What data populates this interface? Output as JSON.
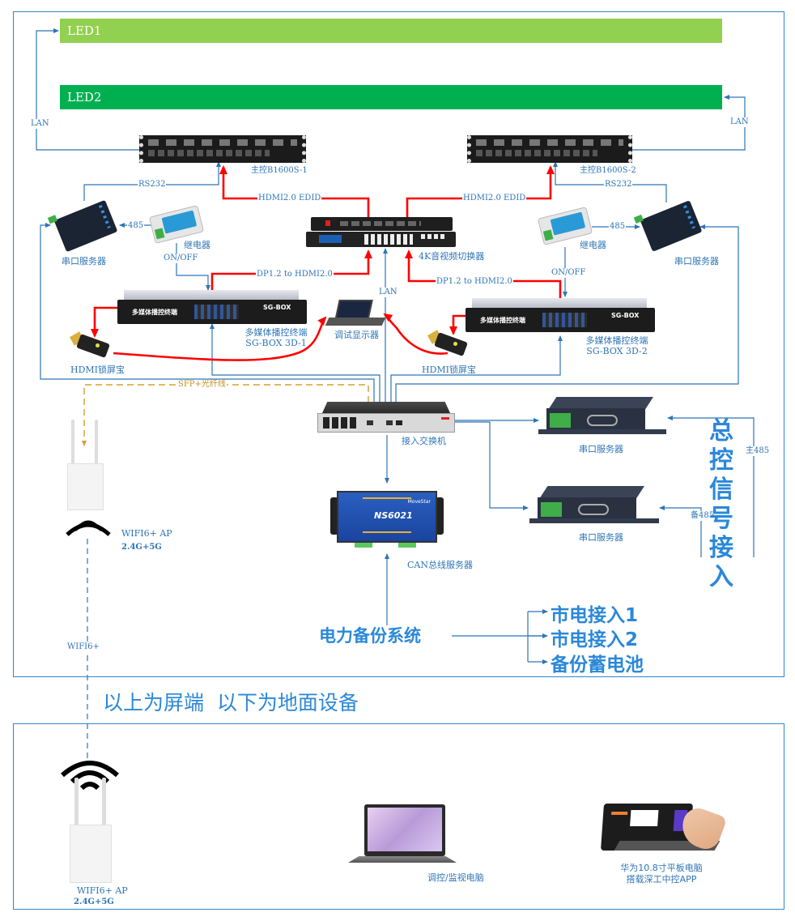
{
  "colors": {
    "frame": "#2e86cf",
    "signal_blue": "#2e75b6",
    "video_red": "#ff0000",
    "fiber_orange": "#d4a030",
    "led1": "#92d050",
    "led2": "#00b050",
    "accent_text": "#2b88d8"
  },
  "screens": {
    "led1": "LED1",
    "led2": "LED2"
  },
  "controllers": {
    "left": "主控B1600S-1",
    "right": "主控B1600S-2"
  },
  "connections": {
    "lan_left": "LAN",
    "lan_right": "LAN",
    "rs232_left": "RS232",
    "rs232_right": "RS232",
    "hdmi_edid_left": "HDMI2.0 EDID",
    "hdmi_edid_right": "HDMI2.0 EDID",
    "r485_left": "485",
    "r485_right": "485",
    "onoff_left": "ON/OFF",
    "onoff_right": "ON/OFF",
    "dp_left": "DP1.2 to HDMI2.0",
    "dp_right": "DP1.2 to HDMI2.0",
    "lan_center": "LAN",
    "sfp": "SFP+光纤线",
    "wifi": "WIFI6+",
    "main485": "主485",
    "backup485": "备485"
  },
  "devices": {
    "serial_server_left": "串口服务器",
    "serial_server_right": "串口服务器",
    "relay_left": "继电器",
    "relay_right": "继电器",
    "matrix": "4K音视频切换器",
    "sgbox1_line1": "多媒体播控终端",
    "sgbox1_line2": "SG-BOX 3D-1",
    "sgbox2_line1": "多媒体播控终端",
    "sgbox2_line2": "SG-BOX 3D-2",
    "sgbox_brand": "SG-BOX",
    "sgbox_panel": "多媒体播控终端",
    "debug_monitor": "调试显示器",
    "hdmi_lock_left": "HDMI锁屏宝",
    "hdmi_lock_right": "HDMI锁屏宝",
    "switch": "接入交换机",
    "serial_box_top": "串口服务器",
    "serial_box_bottom": "串口服务器",
    "can_server": "CAN总线服务器",
    "can_model": "NS6021",
    "can_brand": "MoveStar",
    "ap_top_line1": "WIFI6+ AP",
    "ap_top_line2": "2.4G+5G",
    "ap_bottom_line1": "WIFI6+ AP",
    "ap_bottom_line2": "2.4G+5G",
    "laptop": "调控/监视电脑",
    "tablet_line1": "华为10.8寸平板电脑",
    "tablet_line2": "搭载深工中控APP"
  },
  "master_signal": [
    "总",
    "控",
    "信",
    "号",
    "接",
    "入"
  ],
  "power": {
    "title": "电力备份系统",
    "items": [
      "市电接入1",
      "市电接入2",
      "备份蓄电池"
    ]
  },
  "divider_text": "以上为屏端  以下为地面设备"
}
